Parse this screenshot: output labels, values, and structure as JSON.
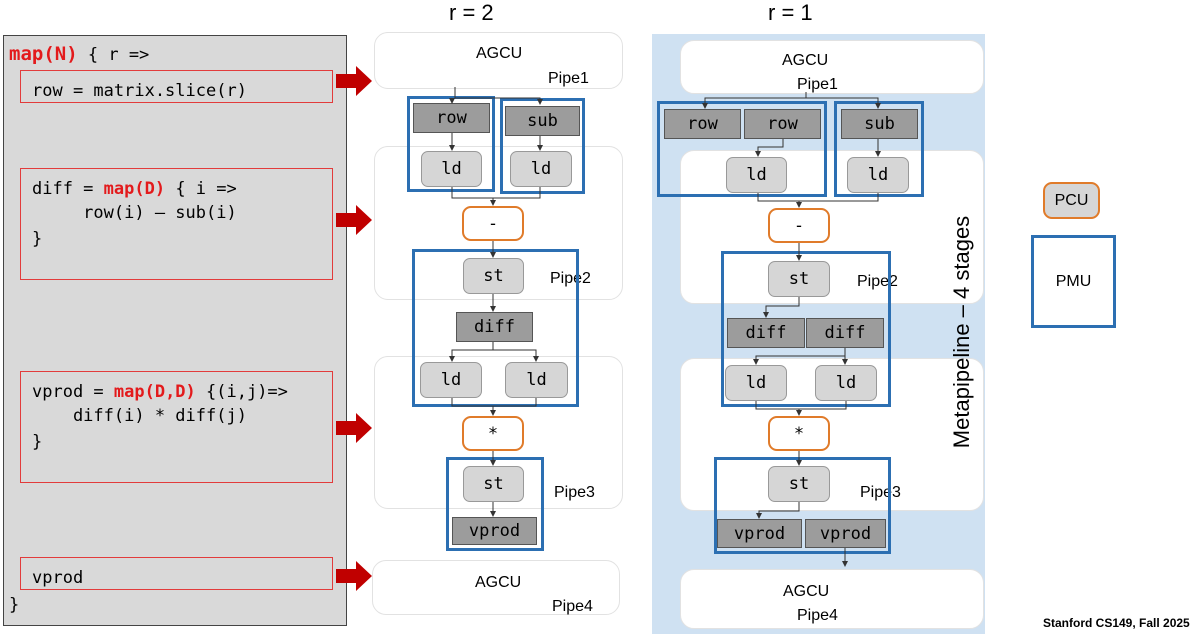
{
  "headings": {
    "left": "r =   2",
    "right": "r =   1"
  },
  "code": {
    "map_kw": "map(N)",
    "map_rest": " { r =>",
    "row_line": "row = matrix.slice(r)",
    "diff_pre": "diff = ",
    "diff_kw": "map(D)",
    "diff_post": " { i =>",
    "diff_body": "     row(i) – sub(i)",
    "diff_close": "}",
    "vprod_pre": "vprod = ",
    "vprod_kw": "map(D,D)",
    "vprod_post": " {(i,j)=>",
    "vprod_body": "    diff(i) * diff(j)",
    "vprod_close": "}",
    "vprod_line": "vprod",
    "final_close": "}"
  },
  "left_diagram": {
    "agcu_top": "AGCU",
    "pipe1": "Pipe1",
    "row": "row",
    "sub": "sub",
    "ld": "ld",
    "minus": "-",
    "st": "st",
    "pipe2": "Pipe2",
    "diff": "diff",
    "mul": "*",
    "pipe3": "Pipe3",
    "vprod": "vprod",
    "agcu_bottom": "AGCU",
    "pipe4": "Pipe4"
  },
  "right_diagram": {
    "agcu_top": "AGCU",
    "pipe1": "Pipe1",
    "row": "row",
    "sub": "sub",
    "ld": "ld",
    "minus": "-",
    "st": "st",
    "pipe2": "Pipe2",
    "diff": "diff",
    "mul": "*",
    "pipe3": "Pipe3",
    "vprod": "vprod",
    "agcu_bottom": "AGCU",
    "pipe4": "Pipe4",
    "metapipeline": "Metapipeline – 4 stages"
  },
  "legend": {
    "pcu": "PCU",
    "pmu": "PMU"
  },
  "footer": "Stanford CS149, Fall 2025",
  "colors": {
    "pmu_border": "#2c6fb2",
    "pcu_border": "#e07b2a",
    "highlight_bg": "#cfe1f2",
    "keyword": "#e31a1c",
    "arrow": "#c00000"
  }
}
